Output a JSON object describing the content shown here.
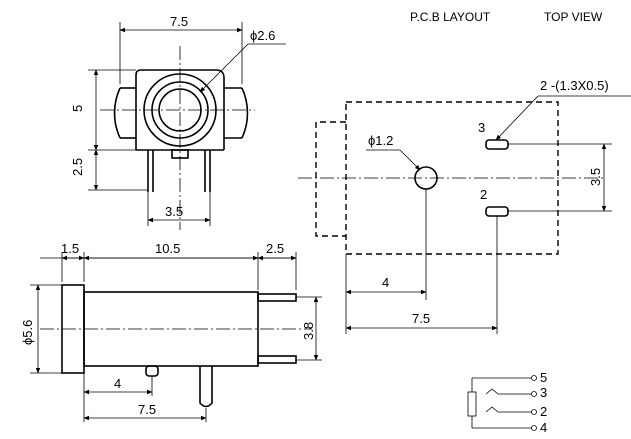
{
  "header": {
    "pcb_layout": "P.C.B LAYOUT",
    "top_view": "TOP VIEW"
  },
  "front_view": {
    "width_dim": "7.5",
    "hole_dia": "ϕ2.6",
    "height_dim": "5",
    "lower_dim": "2.5",
    "pin_spacing": "3.5"
  },
  "side_view": {
    "flange_dim": "1.5",
    "body_length": "10.5",
    "pin_offset": "2.5",
    "body_dia": "ϕ5.6",
    "pin_pitch": "3.8",
    "pin_pos_short": "4",
    "pin_pos_long": "7.5"
  },
  "pcb": {
    "pad_note": "2 -(1.3X0.5)",
    "hole_dia": "ϕ1.2",
    "pin3": "3",
    "pin2": "2",
    "pad_pitch": "3.5",
    "hole_pos": "4",
    "pad_pos": "7.5"
  },
  "schematic": {
    "pins": [
      "5",
      "3",
      "2",
      "4"
    ]
  }
}
